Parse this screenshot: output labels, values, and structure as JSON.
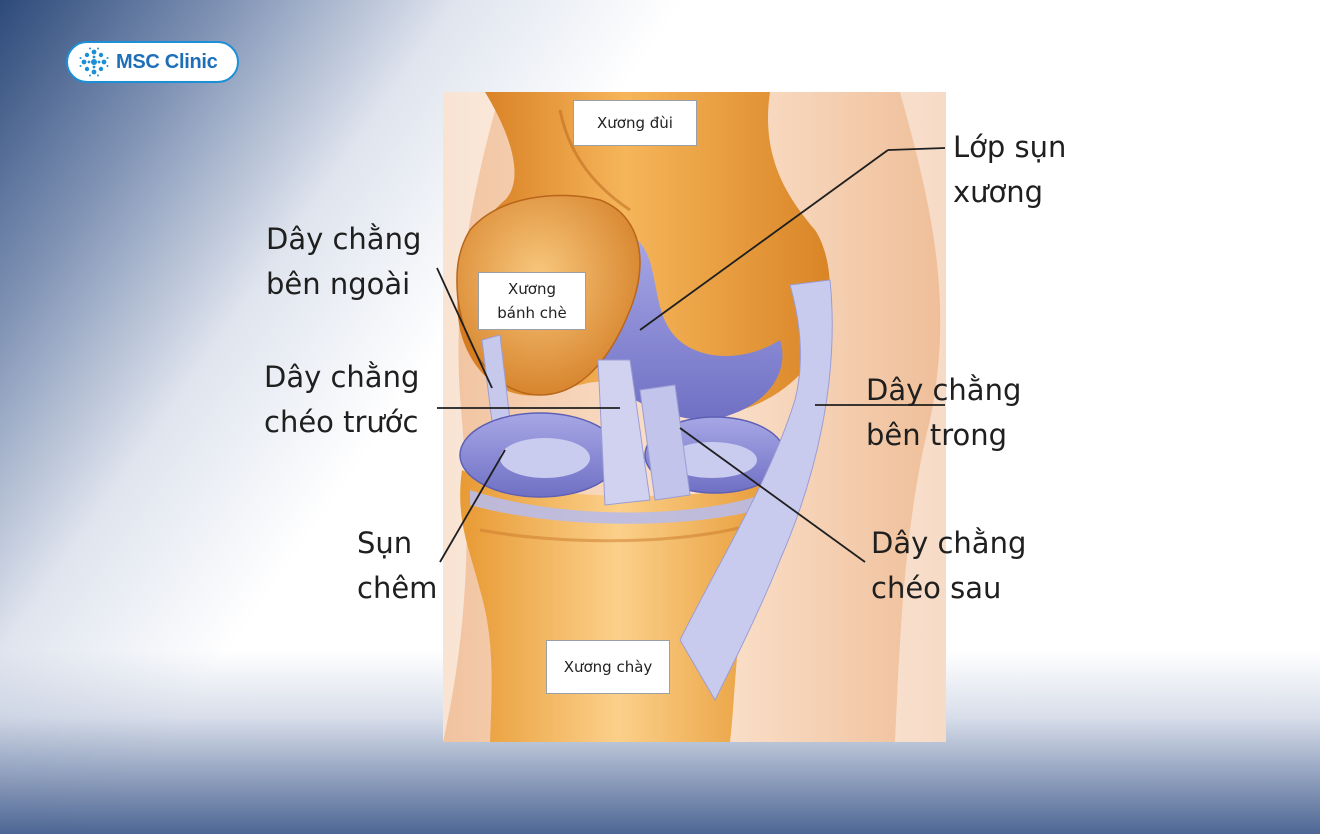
{
  "logo": {
    "text": "MSC Clinic",
    "icon": "msc-flower-icon",
    "color": "#1e6fb8",
    "border": "#1c8fd6"
  },
  "diagram": {
    "bone_labels": {
      "femur": "Xương đùi",
      "patella_1": "Xương",
      "patella_2": "bánh chè",
      "tibia": "Xương chày"
    },
    "callouts": {
      "cartilage_1": "Lớp sụn",
      "cartilage_2": "xương",
      "lateral_1": "Dây chằng",
      "lateral_2": "bên ngoài",
      "acl_1": "Dây chằng",
      "acl_2": "chéo trước",
      "medial_1": "Dây chằng",
      "medial_2": "bên trong",
      "meniscus_1": "Sụn",
      "meniscus_2": "chêm",
      "pcl_1": "Dây chằng",
      "pcl_2": "chéo sau"
    },
    "colors": {
      "bone": "#e99a3a",
      "bone_light": "#f7c27a",
      "cartilage": "#8f8fd8",
      "ligament": "#c5c8ec",
      "skin": "#f5c9a8"
    }
  }
}
